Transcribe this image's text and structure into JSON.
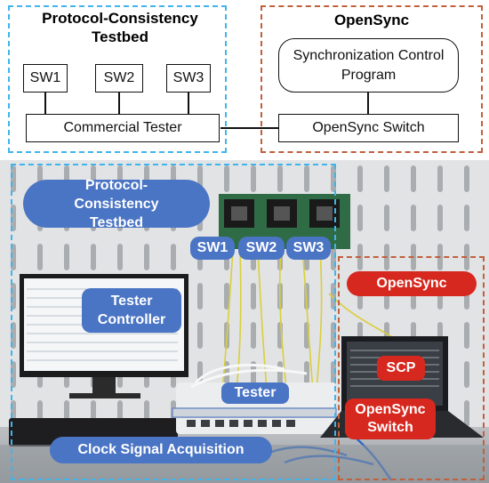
{
  "diagram": {
    "testbed_title": "Protocol-Consistency Testbed",
    "opensync_title": "OpenSync",
    "sw1": "SW1",
    "sw2": "SW2",
    "sw3": "SW3",
    "commercial_tester": "Commercial Tester",
    "sync_control_program": "Synchronization Control Program",
    "opensync_switch": "OpenSync Switch"
  },
  "photo": {
    "labels": {
      "testbed": "Protocol-Consistency Testbed",
      "sw1": "SW1",
      "sw2": "SW2",
      "sw3": "SW3",
      "tester_controller": "Tester Controller",
      "tester": "Tester",
      "clock_signal": "Clock Signal Acquisition",
      "opensync": "OpenSync",
      "scp": "SCP",
      "opensync_switch": "OpenSync Switch"
    },
    "colors": {
      "blue_label": "#4a74c4",
      "red_label": "#d6281e",
      "blue_outline": "#41b4ec",
      "red_outline": "#c0603c"
    }
  }
}
